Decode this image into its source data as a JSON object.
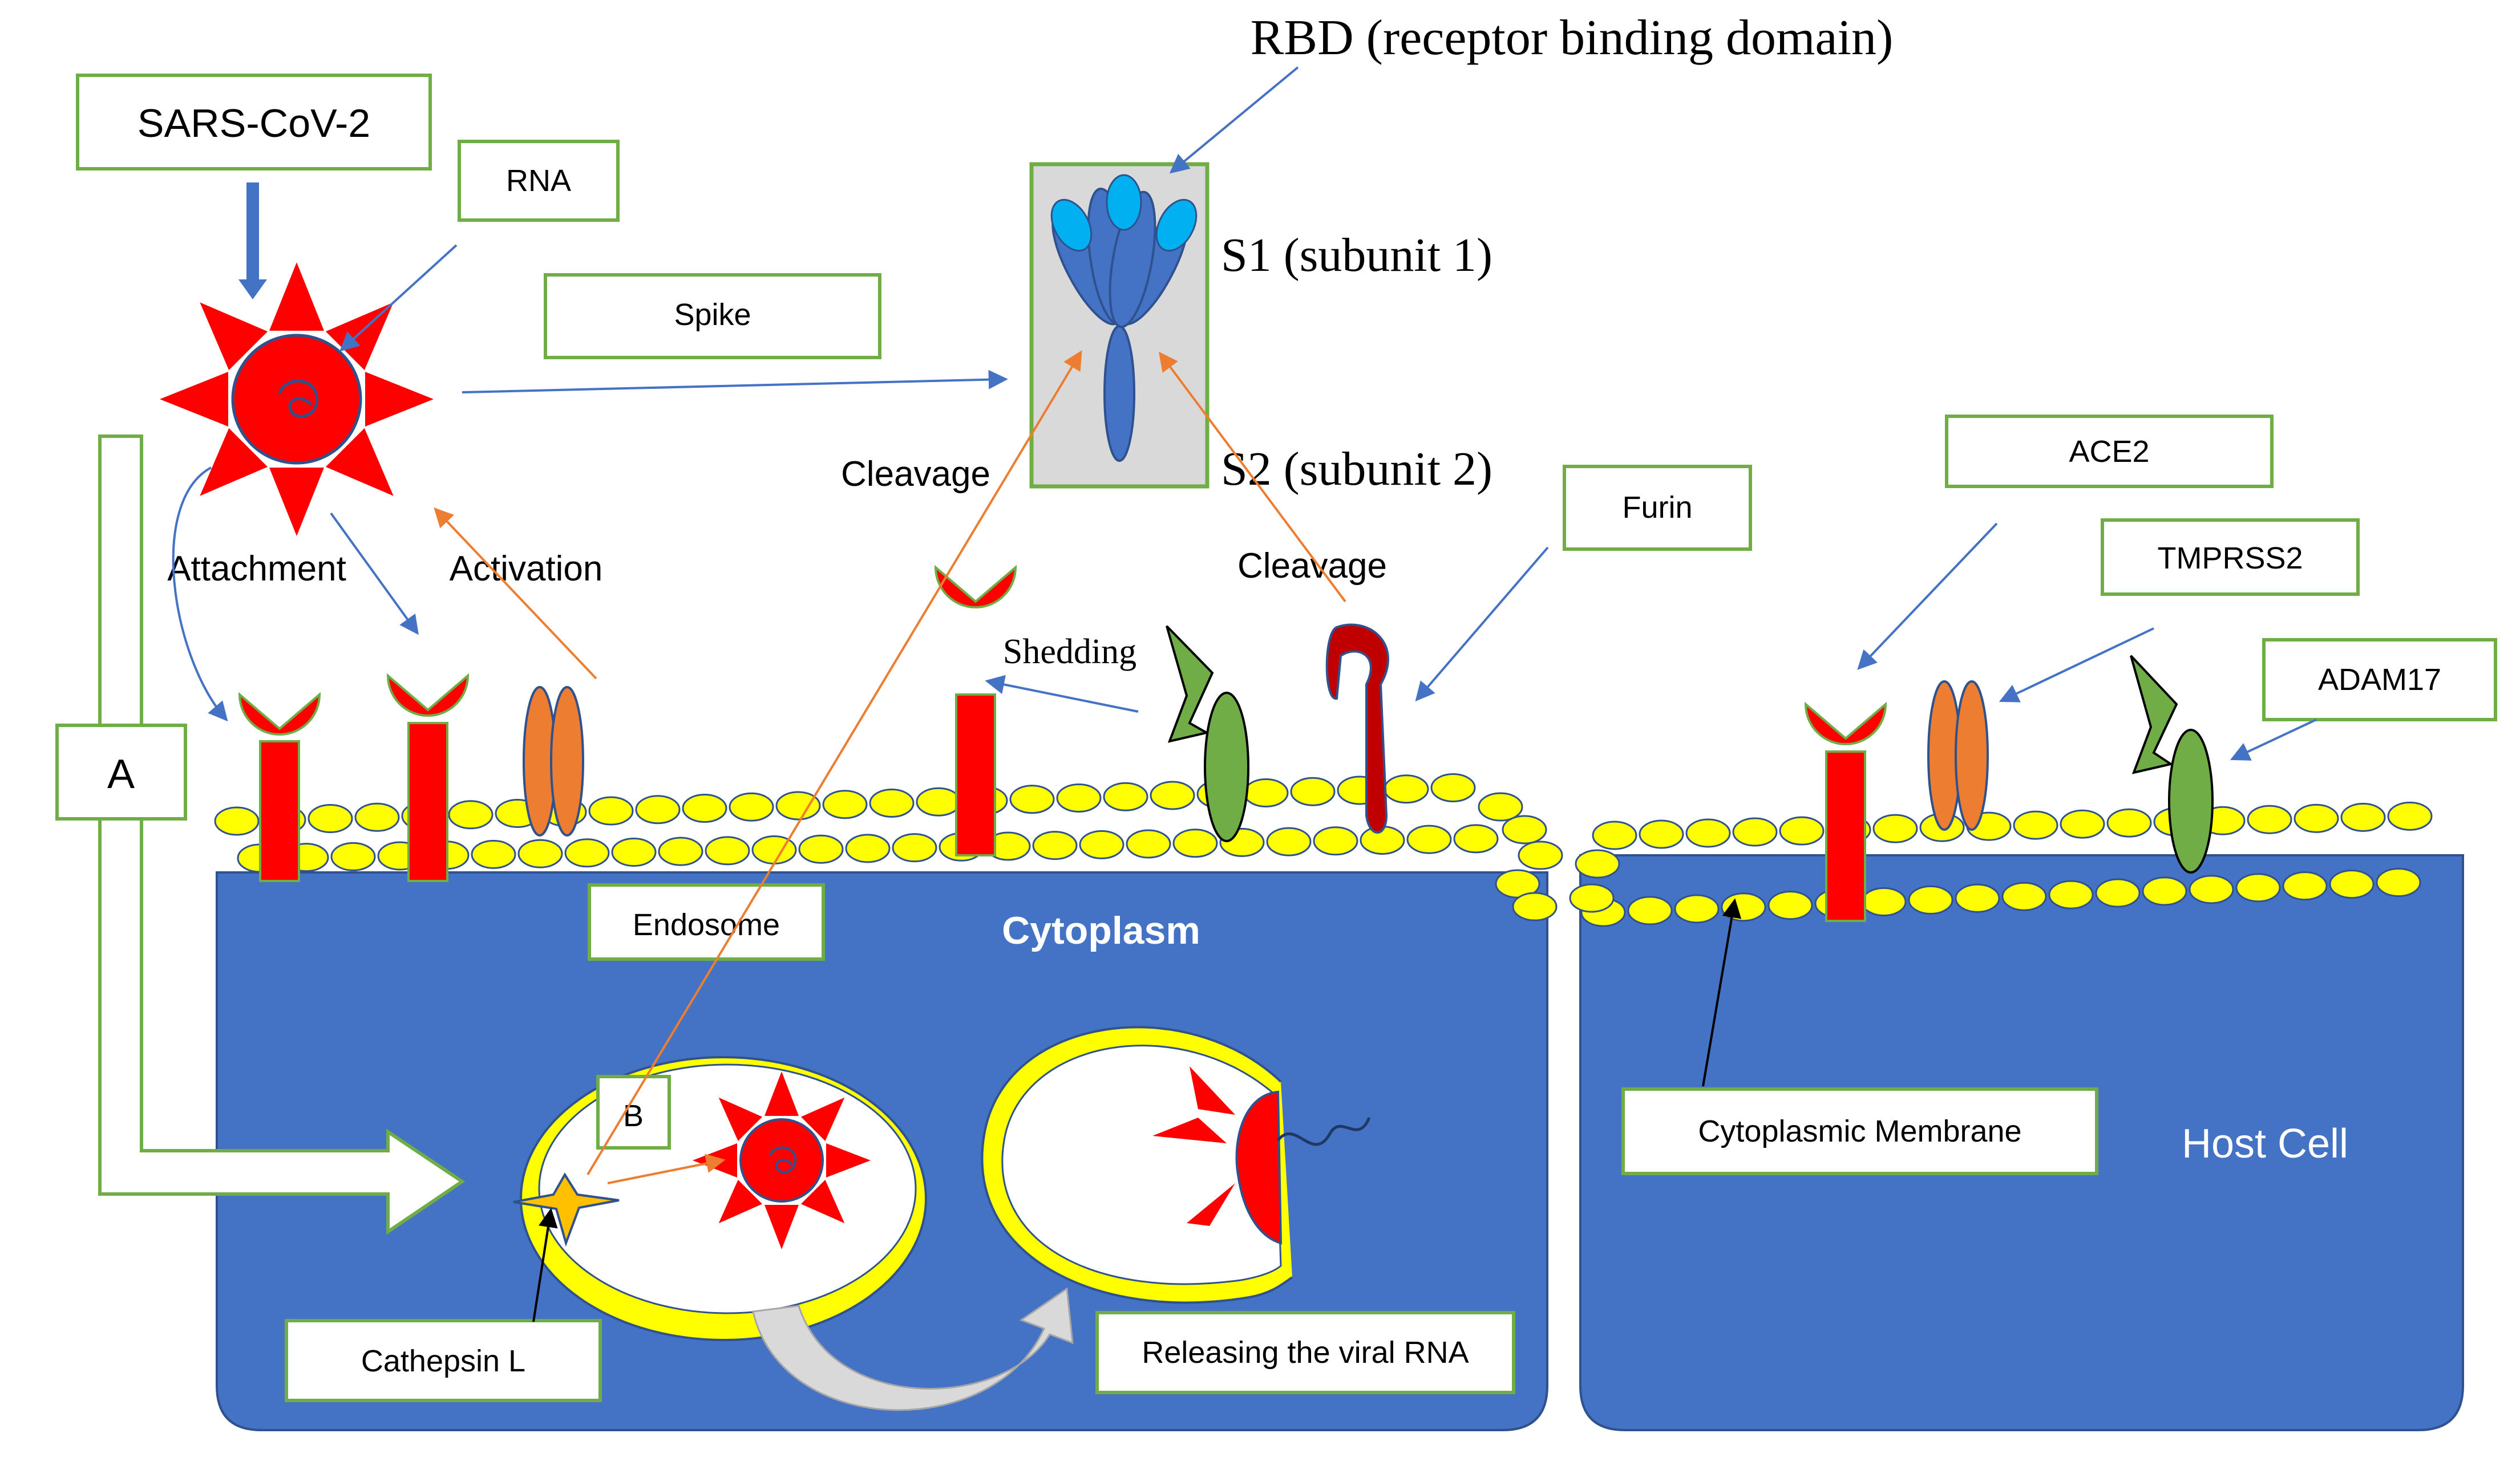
{
  "labels": {
    "sars": "SARS-CoV-2",
    "rna": "RNA",
    "spike": "Spike",
    "rbd": "RBD (receptor binding domain)",
    "s1": "S1 (subunit 1)",
    "s2": "S2 (subunit 2)",
    "furin": "Furin",
    "ace2": "ACE2",
    "tmprss2": "TMPRSS2",
    "adam17": "ADAM17",
    "a": "A",
    "b": "B",
    "endosome": "Endosome",
    "cytoplasm": "Cytoplasm",
    "cathepsin": "Cathepsin L",
    "releasing": "Releasing the viral RNA",
    "cyto_membrane": "Cytoplasmic Membrane",
    "host_cell": "Host Cell",
    "attachment": "Attachment",
    "activation": "Activation",
    "cleavage_left": "Cleavage",
    "cleavage_right": "Cleavage",
    "shedding": "Shedding"
  },
  "colors": {
    "cell_fill": "#4472c4",
    "box_border": "#70ad47",
    "virus_red": "#ff0000",
    "membrane_yellow": "#ffff00",
    "tmprss2_orange": "#ed7d31",
    "adam17_green": "#70ad47",
    "furin_darkred": "#c00000",
    "spike_blue": "#4472c4",
    "rbd_lightblue": "#00b0f0",
    "arrow_blue": "#4472c4",
    "arrow_orange": "#ed7d31"
  }
}
